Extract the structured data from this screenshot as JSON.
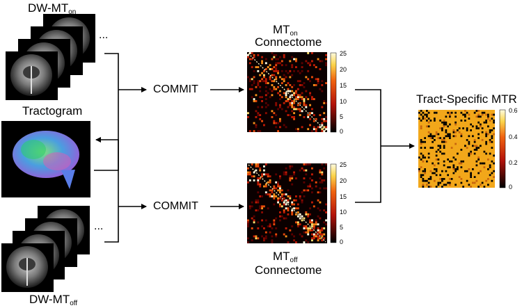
{
  "labels": {
    "dw_on_main": "DW-MT",
    "dw_on_sub": "on",
    "dw_off_main": "DW-MT",
    "dw_off_sub": "off",
    "tractogram": "Tractogram",
    "commit_top": "COMMIT",
    "commit_bottom": "COMMIT",
    "ellipsis": "...",
    "mt_on_main": "MT",
    "mt_on_sub": "on",
    "mt_on_line2": "Connectome",
    "mt_off_main": "MT",
    "mt_off_sub": "off",
    "mt_off_line2": "Connectome",
    "mtr_title": "Tract-Specific MTR"
  },
  "colorbars": {
    "connectome_ticks": [
      "25",
      "20",
      "15",
      "10",
      "5",
      "0"
    ],
    "mtr_ticks": [
      "0.6",
      "0.4",
      "0.2",
      "0"
    ]
  },
  "colors": {
    "line": "#000000",
    "heat_low": "#000000",
    "heat_mid": "#d41b0a",
    "heat_high": "#fff7b0",
    "mtr_fill": "#f2a71a"
  }
}
